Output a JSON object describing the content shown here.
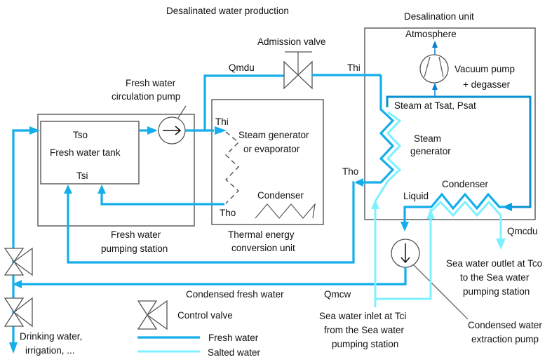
{
  "title": "Desalinated water production",
  "colors": {
    "fresh_water": "#14aeea",
    "salted_water": "#7ff0ff",
    "outline": "#555555"
  },
  "fresh_water_station": {
    "tank_label": "Fresh water tank",
    "tso": "Tso",
    "tsi": "Tsi",
    "pump_label_1": "Fresh water",
    "pump_label_2": "circulation pump",
    "station_label_1": "Fresh water",
    "station_label_2": "pumping station"
  },
  "admission_valve": {
    "label": "Admission valve",
    "qmdu": "Qmdu",
    "thi": "Thi"
  },
  "thermal_unit": {
    "thi": "Thi",
    "tho": "Tho",
    "sg_label_1": "Steam generator",
    "sg_label_2": "or evaporator",
    "condenser": "Condenser",
    "unit_label_1": "Thermal energy",
    "unit_label_2": "conversion unit"
  },
  "desalination_unit": {
    "label": "Desalination unit",
    "atmosphere": "Atmosphere",
    "vacuum_1": "Vacuum pump",
    "vacuum_2": "+ degasser",
    "steam_at": "Steam at Tsat, Psat",
    "sg_1": "Steam",
    "sg_2": "generator",
    "tho": "Tho",
    "liquid": "Liquid",
    "condenser": "Condenser",
    "qmcdu": "Qmcdu"
  },
  "flows": {
    "condensed_fresh_water": "Condensed fresh water",
    "qmcw": "Qmcw",
    "sea_inlet_1": "Sea water inlet at Tci",
    "sea_inlet_2": "from the Sea water",
    "sea_inlet_3": "pumping station",
    "sea_outlet_1": "Sea water outlet at Tco",
    "sea_outlet_2": "to the Sea water",
    "sea_outlet_3": "pumping station",
    "extraction_1": "Condensed water",
    "extraction_2": "extraction pump",
    "drinking_1": "Drinking water,",
    "drinking_2": "irrigation, ..."
  },
  "legend": {
    "control_valve": "Control valve",
    "fresh_water": "Fresh water",
    "salted_water": "Salted water"
  }
}
